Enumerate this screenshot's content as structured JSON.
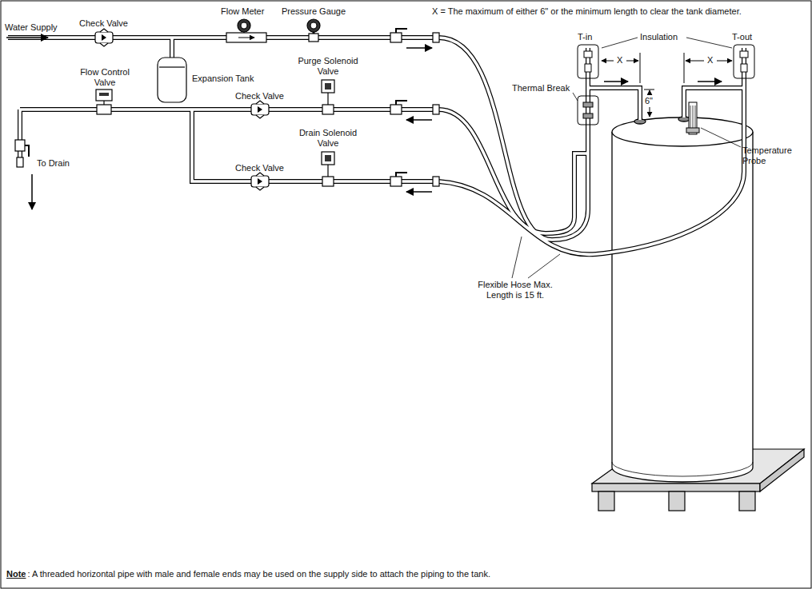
{
  "diagram": {
    "labels": [
      "X = The maximum of either 6\" or the minimum length to clear the tank diameter.",
      "Water Supply",
      "Check Valve",
      "Flow Meter",
      "Pressure Gauge",
      "Expansion Tank",
      "Flow Control Valve",
      "Check Valve",
      "Purge Solenoid Valve",
      "Check Valve",
      "Drain Solenoid Valve",
      "To Drain",
      "T-in",
      "Insulation",
      "T-out",
      "X",
      "X",
      "6\"",
      "Thermal Break",
      "Temperature Probe",
      "Flexible Hose Max. Length is 15 ft.",
      "Note",
      ": A threaded horizontal pipe with male and female ends may be used on the supply side to attach the piping to the tank."
    ]
  }
}
